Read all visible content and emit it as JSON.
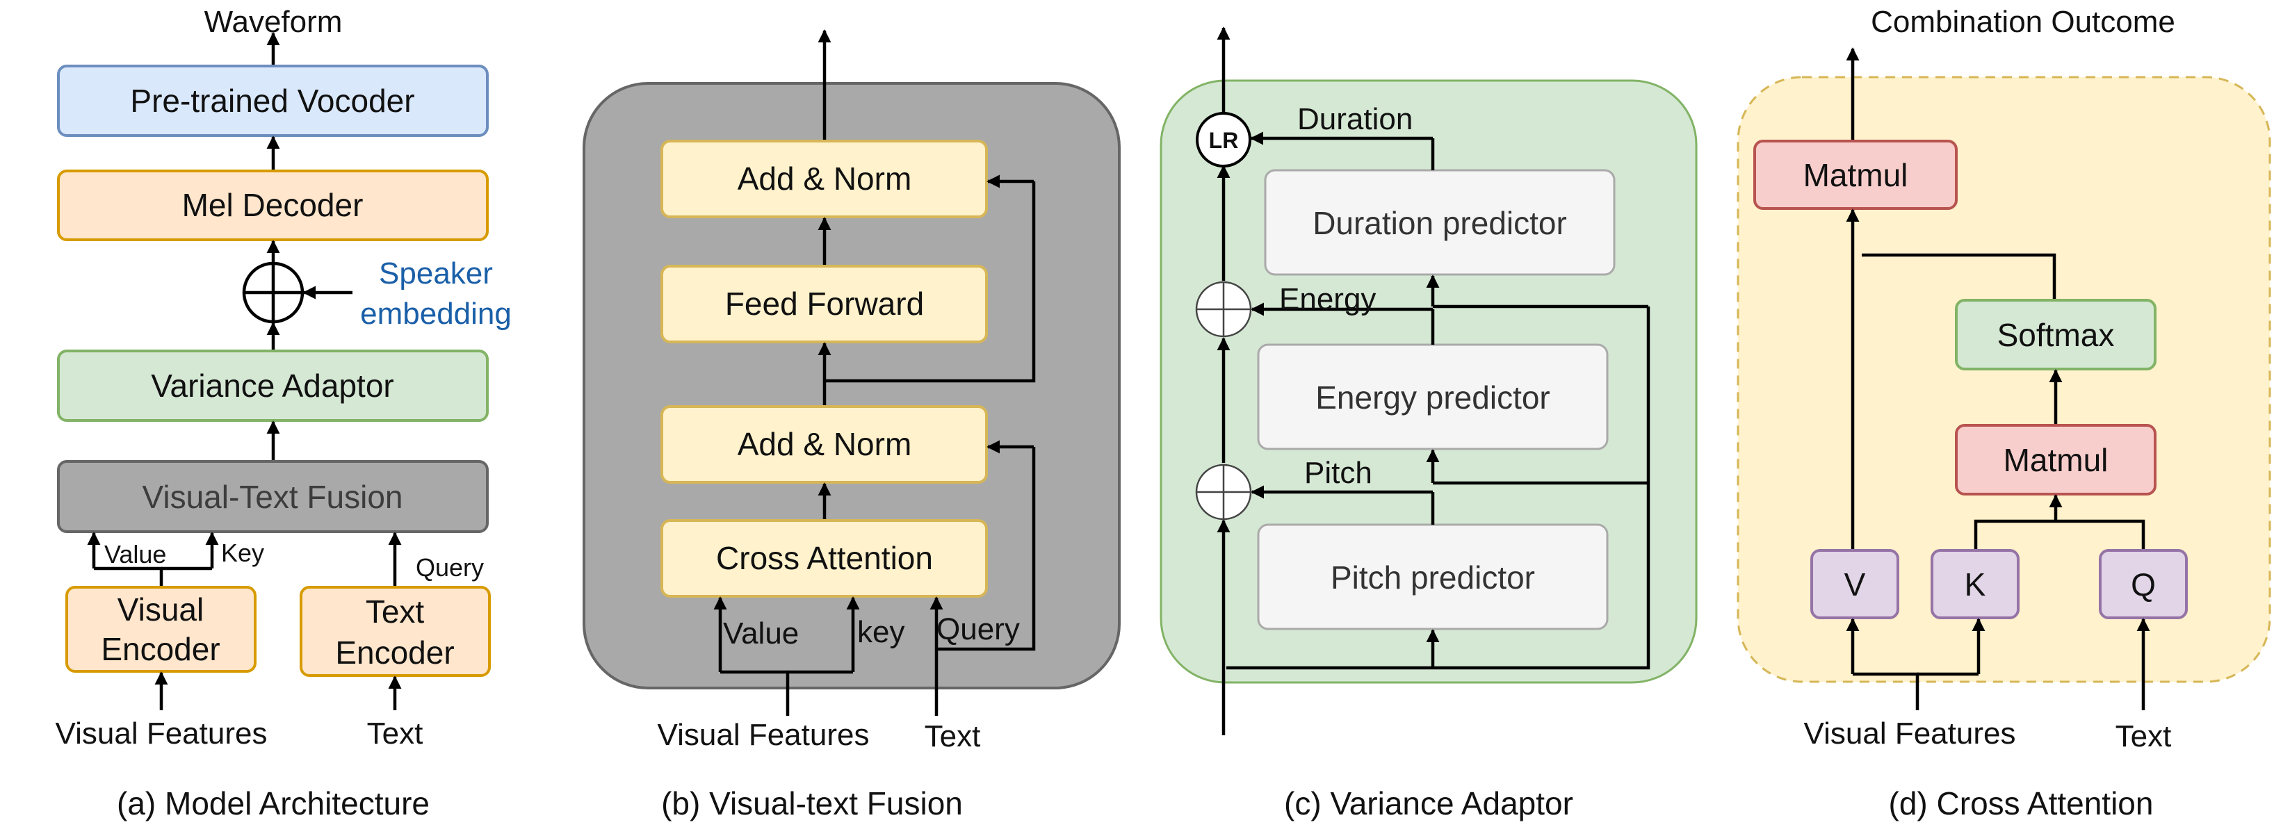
{
  "colors": {
    "vocoder_fill": "#dae8fc",
    "vocoder_stroke": "#6c8ebf",
    "orange_fill": "#ffe6cc",
    "orange_stroke": "#d79b00",
    "green_fill": "#d5e8d4",
    "green_stroke": "#82b366",
    "gray_fill": "#a9a9a9",
    "gray_stroke": "#666666",
    "yellow_fill": "#fff2cc",
    "yellow_stroke": "#d6b656",
    "light_fill": "#f5f5f5",
    "light_stroke": "#aaaaaa",
    "red_fill": "#f8cecc",
    "red_stroke": "#b85450",
    "purple_fill": "#e1d5e7",
    "purple_stroke": "#9673a6",
    "speaker_text": "#1a5fa8"
  },
  "panel_a": {
    "output": "Waveform",
    "vocoder": "Pre-trained Vocoder",
    "mel_decoder": "Mel Decoder",
    "speaker_line1": "Speaker",
    "speaker_line2": "embedding",
    "variance_adaptor": "Variance Adaptor",
    "fusion": "Visual-Text Fusion",
    "value": "Value",
    "key": "Key",
    "query": "Query",
    "visual_encoder_line1": "Visual",
    "visual_encoder_line2": "Encoder",
    "text_encoder_line1": "Text",
    "text_encoder_line2": "Encoder",
    "visual_features": "Visual Features",
    "text": "Text",
    "caption": "(a) Model Architecture"
  },
  "panel_b": {
    "add_norm_top": "Add & Norm",
    "feed_forward": "Feed Forward",
    "add_norm_bottom": "Add & Norm",
    "cross_attention": "Cross Attention",
    "value": "Value",
    "key": "key",
    "query": "Query",
    "visual_features": "Visual Features",
    "text": "Text",
    "caption": "(b) Visual-text Fusion"
  },
  "panel_c": {
    "lr": "LR",
    "duration": "Duration",
    "duration_predictor": "Duration predictor",
    "energy": "Energy",
    "energy_predictor": "Energy predictor",
    "pitch": "Pitch",
    "pitch_predictor": "Pitch predictor",
    "caption": "(c) Variance Adaptor"
  },
  "panel_d": {
    "output": "Combination Outcome",
    "matmul_top": "Matmul",
    "softmax": "Softmax",
    "matmul_bottom": "Matmul",
    "v": "V",
    "k": "K",
    "q": "Q",
    "visual_features": "Visual Features",
    "text": "Text",
    "caption": "(d) Cross Attention"
  }
}
